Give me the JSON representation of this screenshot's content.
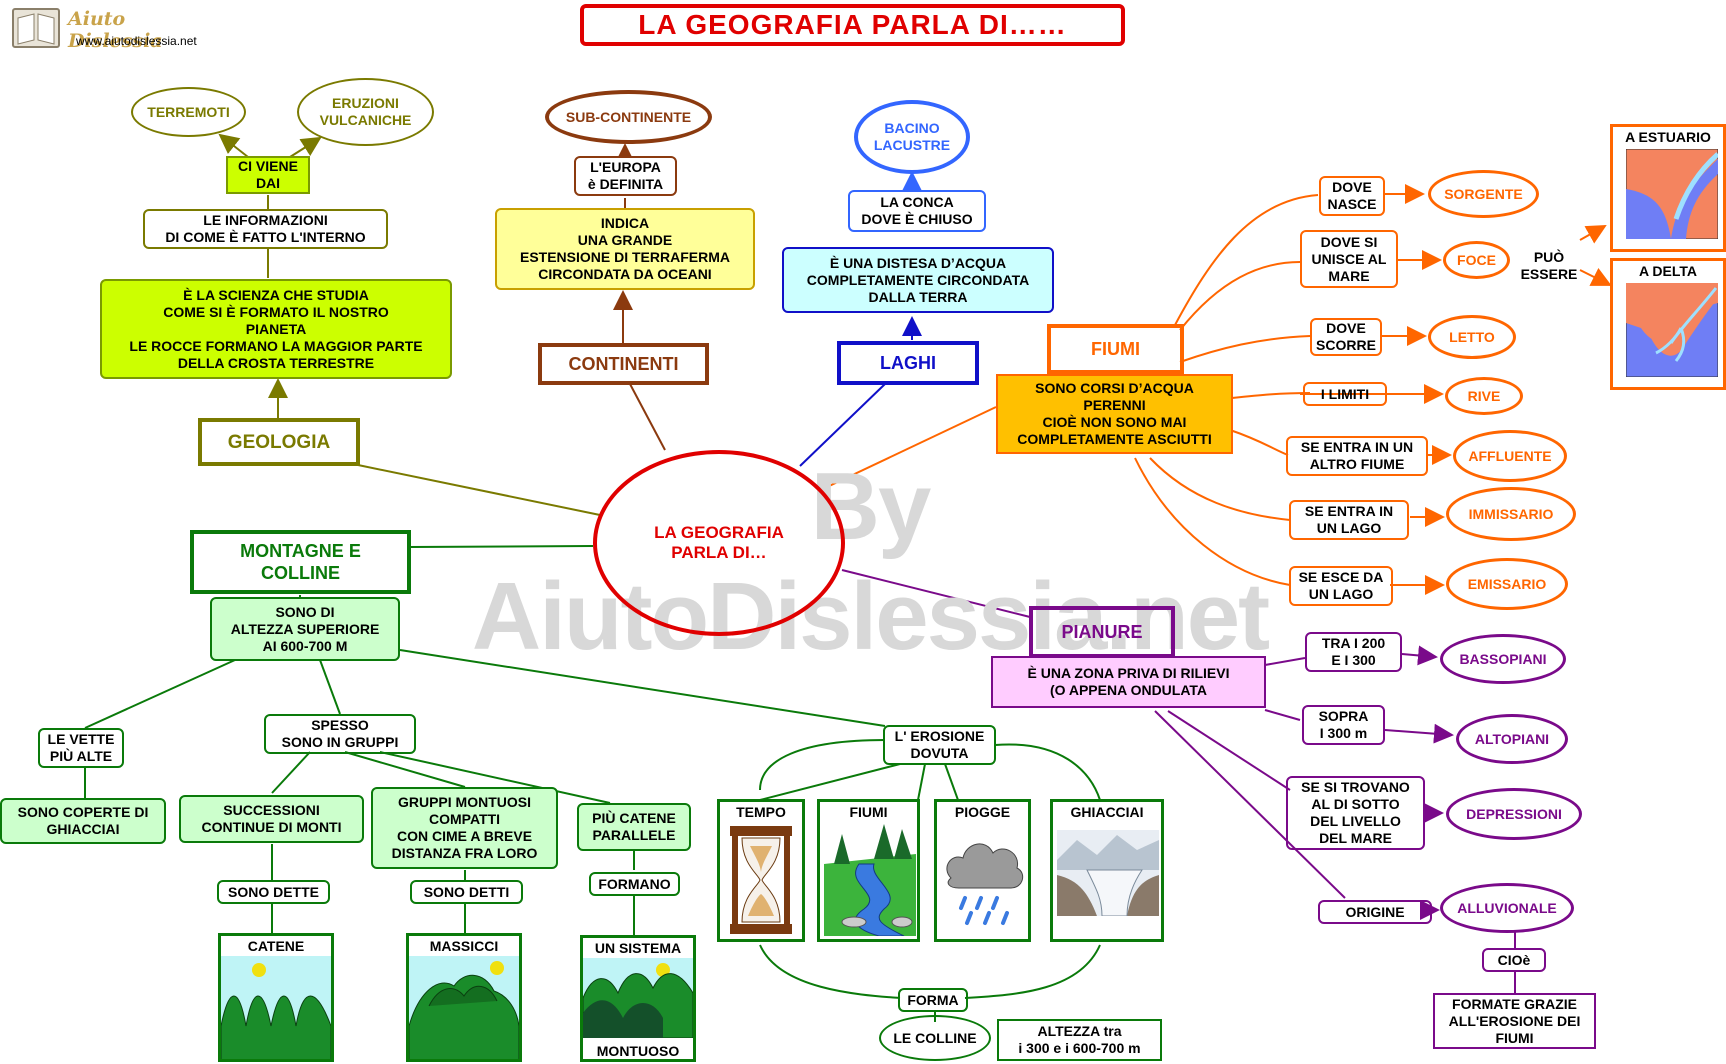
{
  "title": "LA GEOGRAFIA PARLA DI……",
  "logo": {
    "name": "Aiuto Dislessia",
    "url": "www.aiutodislessia.net"
  },
  "watermark": "By AiutoDislessia.net",
  "center": "LA GEOGRAFIA\nPARLA DI…",
  "geologia": {
    "label": "GEOLOGIA",
    "desc": "È LA SCIENZA CHE STUDIA\nCOME SI È FORMATO IL NOSTRO\nPIANETA\nLE ROCCE FORMANO LA MAGGIOR PARTE\nDELLA CROSTA TERRESTRE",
    "info": "LE INFORMAZIONI\nDI COME È FATTO L'INTERNO",
    "ci_viene": "CI VIENE\nDAI",
    "terremoti": "TERREMOTI",
    "eruzioni": "ERUZIONI\nVULCANICHE"
  },
  "continenti": {
    "label": "CONTINENTI",
    "desc": "INDICA\nUNA GRANDE\nESTENSIONE DI TERRAFERMA\nCIRCONDATA DA OCEANI",
    "europa": "L'EUROPA\nè DEFINITA",
    "sub": "SUB-CONTINENTE"
  },
  "laghi": {
    "label": "LAGHI",
    "desc": "È UNA DISTESA D’ACQUA\nCOMPLETAMENTE CIRCONDATA\nDALLA TERRA",
    "conca": "LA CONCA\nDOVE È CHIUSO",
    "bacino": "BACINO\nLACUSTRE"
  },
  "fiumi": {
    "label": "FIUMI",
    "desc": "SONO CORSI D’ACQUA\nPERENNI\nCIOÈ NON SONO MAI\nCOMPLETAMENTE ASCIUTTI",
    "links": [
      {
        "q": "DOVE\nNASCE",
        "a": "SORGENTE"
      },
      {
        "q": "DOVE SI\nUNISCE AL\nMARE",
        "a": "FOCE"
      },
      {
        "q": "DOVE\nSCORRE",
        "a": "LETTO"
      },
      {
        "q": "I LIMITI",
        "a": "RIVE"
      },
      {
        "q": "SE ENTRA IN UN\nALTRO FIUME",
        "a": "AFFLUENTE"
      },
      {
        "q": "SE ENTRA IN\nUN LAGO",
        "a": "IMMISSARIO"
      },
      {
        "q": "SE ESCE DA\nUN LAGO",
        "a": "EMISSARIO"
      }
    ],
    "puo_essere": "PUÒ\nESSERE",
    "estuario": "A ESTUARIO",
    "delta": "A DELTA"
  },
  "pianure": {
    "label": "PIANURE",
    "desc": "È UNA ZONA PRIVA DI RILIEVI\n(O APPENA ONDULATA",
    "links": [
      {
        "q": "TRA I 200\nE I 300",
        "a": "BASSOPIANI"
      },
      {
        "q": "SOPRA\nI 300 m",
        "a": "ALTOPIANI"
      },
      {
        "q": "SE SI TROVANO\nAL DI SOTTO\nDEL LIVELLO\nDEL MARE",
        "a": "DEPRESSIONI"
      },
      {
        "q": "ORIGINE",
        "a": "ALLUVIONALE"
      }
    ],
    "cioe": "CIOè",
    "formate": "FORMATE GRAZIE\nALL'EROSIONE DEI\nFIUMI"
  },
  "montagne": {
    "label": "MONTAGNE E\nCOLLINE",
    "desc": "SONO  DI\nALTEZZA SUPERIORE\nAI 600-700 M",
    "vette": "LE VETTE\nPIÙ ALTE",
    "coperte": "SONO COPERTE DI\nGHIACCIAI",
    "spesso": "SPESSO\nSONO IN GRUPPI",
    "successioni": "SUCCESSIONI\nCONTINUE DI MONTI",
    "gruppi": "GRUPPI  MONTUOSI\nCOMPATTI\nCON CIME A BREVE\nDISTANZA FRA LORO",
    "piu_catene": "PIÙ CATENE\nPARALLELE",
    "sono_dette": "SONO DETTE",
    "sono_detti": "SONO DETTI",
    "formano": "FORMANO",
    "catene": "CATENE",
    "massicci": "MASSICCI",
    "un_sistema": "UN SISTEMA",
    "montuoso": "MONTUOSO"
  },
  "erosione": {
    "label": "L' EROSIONE\nDOVUTA",
    "agents": [
      "TEMPO",
      "FIUMI",
      "PIOGGE",
      "GHIACCIAI"
    ],
    "forma": "FORMA",
    "colline": "LE COLLINE",
    "altezza": "ALTEZZA tra\ni 300 e i 600-700 m"
  },
  "colors": {
    "title": "#e00000",
    "geologia": "#7a7a00",
    "continenti": "#8b3a0f",
    "laghi": "#1010c8",
    "fiumi": "#ff6600",
    "pianure": "#7a0a8a",
    "montagne": "#0a7a0a"
  }
}
